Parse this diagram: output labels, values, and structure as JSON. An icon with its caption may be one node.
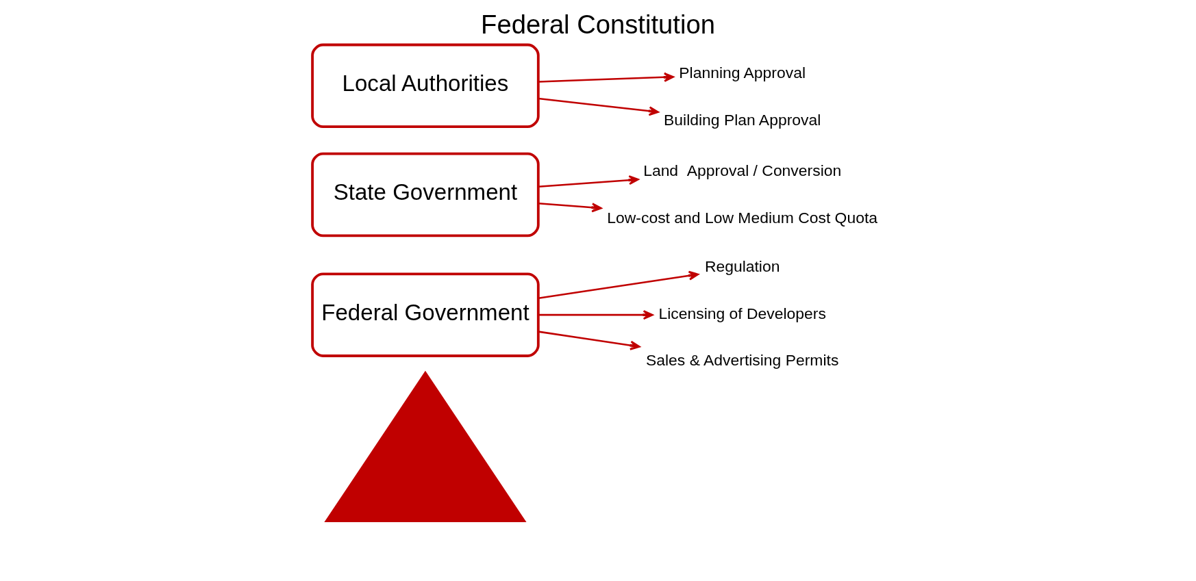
{
  "diagram": {
    "title": "Federal Constitution",
    "nodes": [
      {
        "text": [],
        "shape": "triangle"
      },
      {
        "text": [
          "Federal Government"
        ]
      },
      {
        "text": [
          "Regulation"
        ]
      },
      {
        "text": [
          "Licensing of Developers"
        ]
      },
      {
        "text": [
          "Sales & Advertising Permits"
        ]
      },
      {
        "text": [
          "State Government"
        ]
      },
      {
        "text": [
          "Land  Approval / Conversion"
        ]
      },
      {
        "text": [
          "Low-cost and Low Medium Cost Quota"
        ]
      },
      {
        "text": [
          "Local Authorities"
        ]
      },
      {
        "text": [
          "Planning Approval"
        ]
      },
      {
        "text": [
          "Building Plan Approval"
        ]
      }
    ],
    "edges": [
      {
        "from": 1,
        "to": 2,
        "arrow": "to"
      },
      {
        "from": 1,
        "to": 3,
        "arrow": "to"
      },
      {
        "from": 1,
        "to": 4,
        "arrow": "to"
      },
      {
        "from": 5,
        "to": 6,
        "arrow": "to"
      },
      {
        "from": 5,
        "to": 7,
        "arrow": "to"
      },
      {
        "from": 8,
        "to": 9,
        "arrow": "to"
      },
      {
        "from": 8,
        "to": 10,
        "arrow": "to"
      }
    ]
  }
}
